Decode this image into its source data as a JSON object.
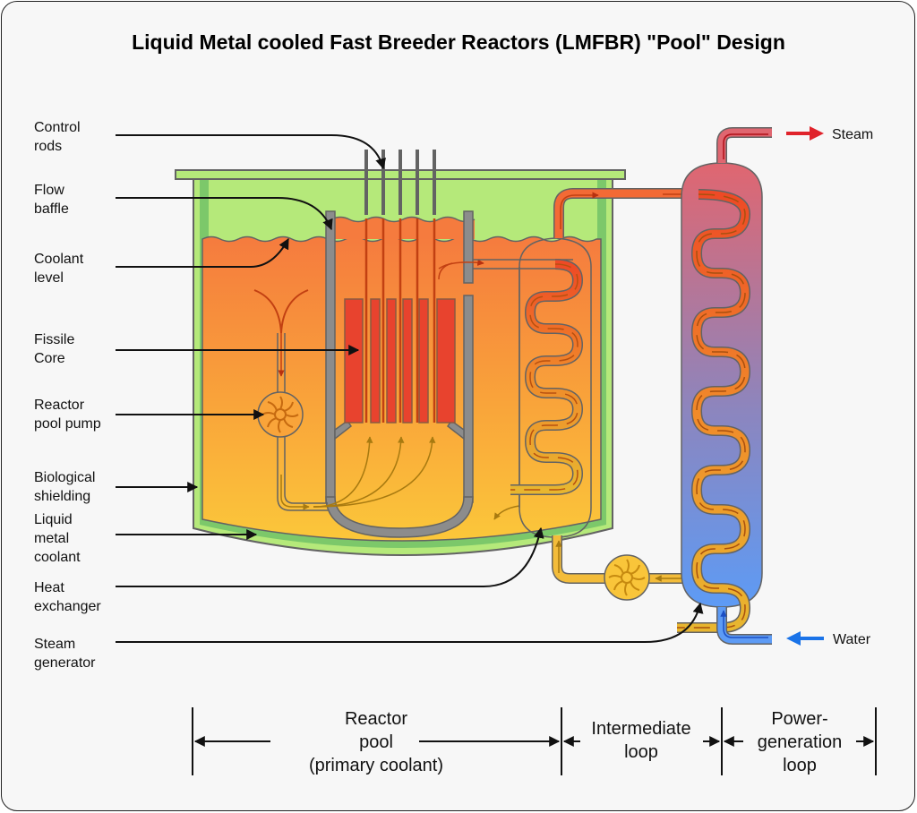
{
  "title": "Liquid Metal cooled Fast Breeder Reactors (LMFBR) \"Pool\" Design",
  "labels": {
    "control_rods": [
      "Control",
      "rods"
    ],
    "flow_baffle": [
      "Flow",
      "baffle"
    ],
    "coolant_level": [
      "Coolant",
      "level"
    ],
    "fissile_core": [
      "Fissile",
      "Core"
    ],
    "reactor_pool_pump": [
      "Reactor",
      "pool pump"
    ],
    "biological_shielding": [
      "Biological",
      "shielding"
    ],
    "liquid_metal_coolant": [
      "Liquid",
      "metal",
      "coolant"
    ],
    "heat_exchanger": [
      "Heat",
      "exchanger"
    ],
    "steam_generator": [
      "Steam",
      "generator"
    ]
  },
  "outputs": {
    "steam": "Steam",
    "water": "Water"
  },
  "sections": {
    "reactor_pool": [
      "Reactor",
      "pool",
      "(primary coolant)"
    ],
    "intermediate_loop": [
      "Intermediate",
      "loop"
    ],
    "power_generation_loop": [
      "Power-",
      "generation",
      "loop"
    ]
  },
  "colors": {
    "shield_green": "#b5e97a",
    "shield_border": "#7cc86a",
    "coolant_hot": "#f57b3e",
    "coolant_cool": "#fbc73a",
    "core_red": "#e8432e",
    "baffle_gray": "#8c8c8c",
    "steam_red": "#e0232b",
    "water_blue": "#1a73e8",
    "sg_top": "#e06670",
    "sg_bottom": "#5d9bf5"
  }
}
